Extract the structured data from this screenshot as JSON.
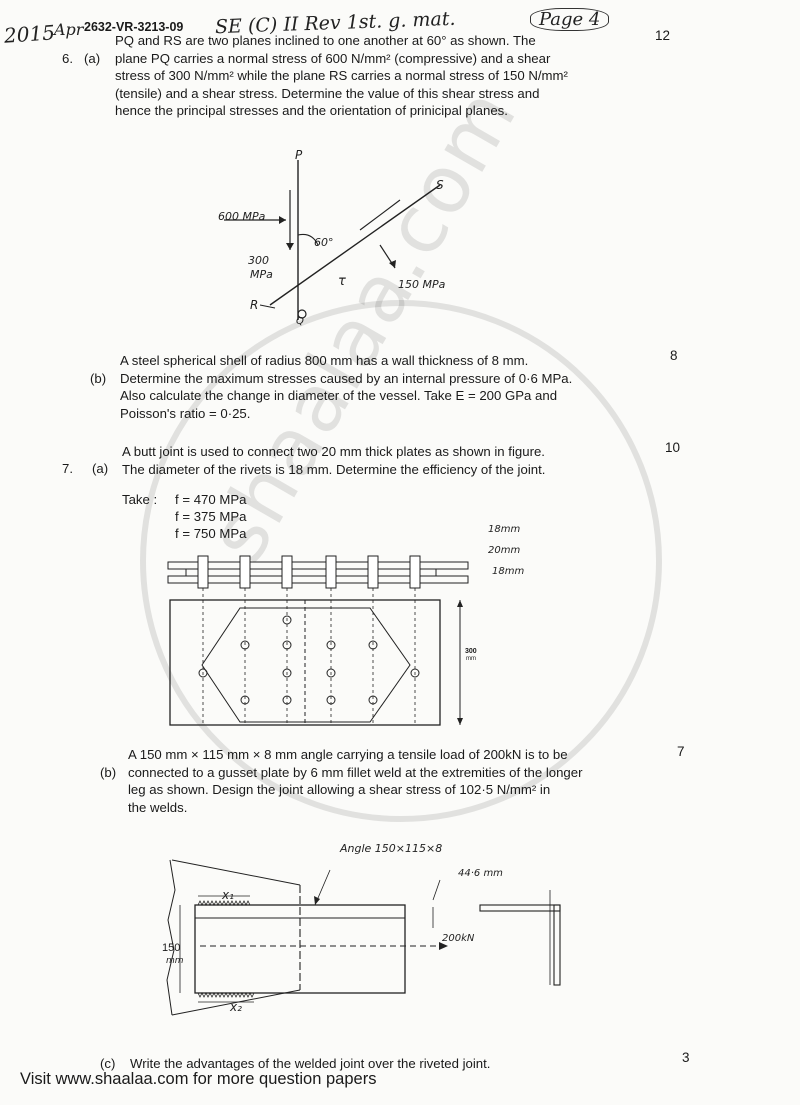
{
  "header": {
    "handwritten_year": "2015",
    "handwritten_left": "Apr",
    "code": "2632-VR-3213-09",
    "handwritten_right": "SE (C) II Rev 1st. g. mat.",
    "page_tag": "Page 4"
  },
  "q6": {
    "number": "6.",
    "a": {
      "label": "(a)",
      "marks": "12",
      "lines": [
        "PQ and RS are two planes inclined  to one another at 60° as shown.  The",
        "plane PQ carries a normal stress of 600 N/mm² (compressive) and a shear",
        "stress of 300 N/mm² while the plane RS carries a normal stress of 150 N/mm²",
        "(tensile) and a shear stress.  Determine the value of this shear stress and",
        "hence the principal stresses and the orientation of prinicipal planes."
      ],
      "figure": {
        "p_top": "P",
        "s_label": "S",
        "stress_600": "600 MPa",
        "stress_300": "300",
        "mpa": "MPa",
        "angle": "60°",
        "tau": "τ",
        "stress_150": "150 MPa",
        "r_label": "R",
        "q_label": "Q"
      }
    },
    "b": {
      "label": "(b)",
      "marks": "8",
      "lines": [
        "A steel spherical shell of radius 800 mm has a wall thickness of 8 mm.",
        "Determine the maximum stresses caused by an internal pressure of 0·6 MPa.",
        "Also calculate the change in diameter of the  vessel.  Take E = 200 GPa and",
        "Poisson's ratio = 0·25."
      ]
    }
  },
  "q7": {
    "number": "7.",
    "a": {
      "label": "(a)",
      "marks": "10",
      "lines": [
        "A butt joint is used to connect two 20 mm thick plates as shown in figure.",
        "The diameter of the rivets is 18 mm.  Determine the efficiency of the joint."
      ],
      "take": "Take :",
      "ft": "f  = 470 MPa",
      "fs": "f  = 375 MPa",
      "fb": "f  = 750 MPa",
      "figure": {
        "dim1": "18mm",
        "dim2": "20mm",
        "dim3": "18mm",
        "height": "300",
        "height_unit": "mm"
      }
    },
    "b": {
      "label": "(b)",
      "marks": "7",
      "lines": [
        "A 150 mm × 115 mm × 8 mm angle carrying a tensile load of 200kN is to be",
        "connected to a gusset plate by 6 mm fillet weld at the extremities of the longer",
        "leg as shown.  Design the joint allowing a shear stress of 102·5 N/mm² in",
        "the welds."
      ],
      "figure": {
        "angle_label": "Angle 150×115×8",
        "dim_446": "44·6 mm",
        "x1": "x₁",
        "x2": "x₂",
        "load": "200kN",
        "height": "150",
        "height_unit": "mm"
      }
    },
    "c": {
      "label": "(c)",
      "marks": "3",
      "text": "Write the advantages of the welded joint over the riveted joint."
    }
  },
  "footer": {
    "text": "Visit www.shaalaa.com for more question papers"
  },
  "watermark": {
    "text": "shaalaa.com"
  }
}
